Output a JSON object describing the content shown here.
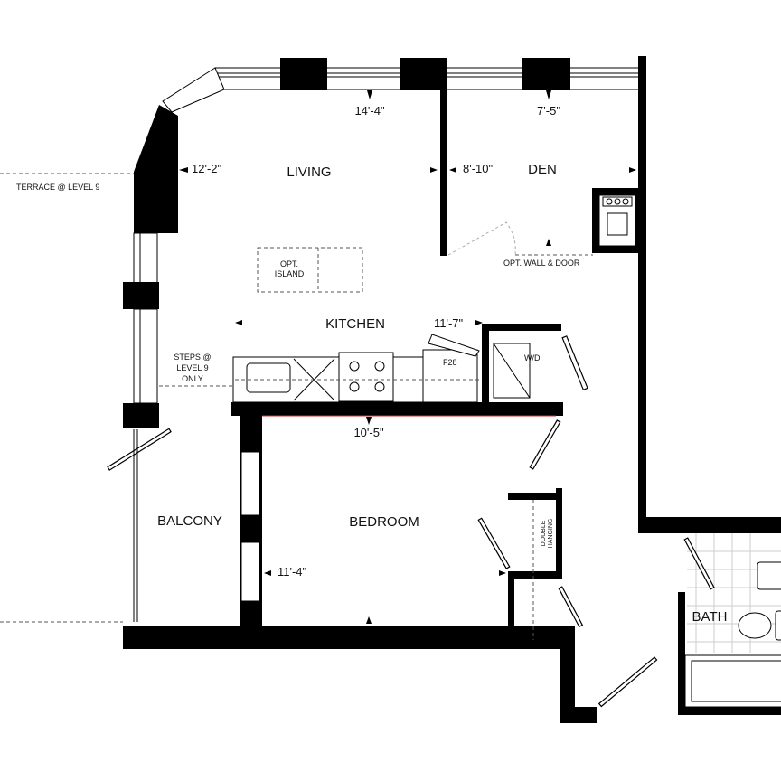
{
  "rooms": {
    "living": "LIVING",
    "den": "DEN",
    "kitchen": "KITCHEN",
    "bedroom": "BEDROOM",
    "balcony": "BALCONY",
    "bath": "BATH"
  },
  "dimensions": {
    "living_width": "14'-4\"",
    "living_depth": "12'-2\"",
    "den_width": "7'-5\"",
    "den_depth": "8'-10\"",
    "kitchen": "11'-7\"",
    "bedroom_width": "10'-5\"",
    "bedroom_depth": "11'-4\""
  },
  "notes": {
    "terrace": "TERRACE @ LEVEL 9",
    "island_line1": "OPT.",
    "island_line2": "ISLAND",
    "opt_wall": "OPT. WALL & DOOR",
    "steps_line1": "STEPS @",
    "steps_line2": "LEVEL 9",
    "steps_line3": "ONLY",
    "fridge": "F28",
    "washer_dryer": "W/D",
    "closet_line1": "DOUBLE",
    "closet_line2": "HANGING"
  },
  "colors": {
    "walls": "#000000",
    "background": "#ffffff"
  }
}
